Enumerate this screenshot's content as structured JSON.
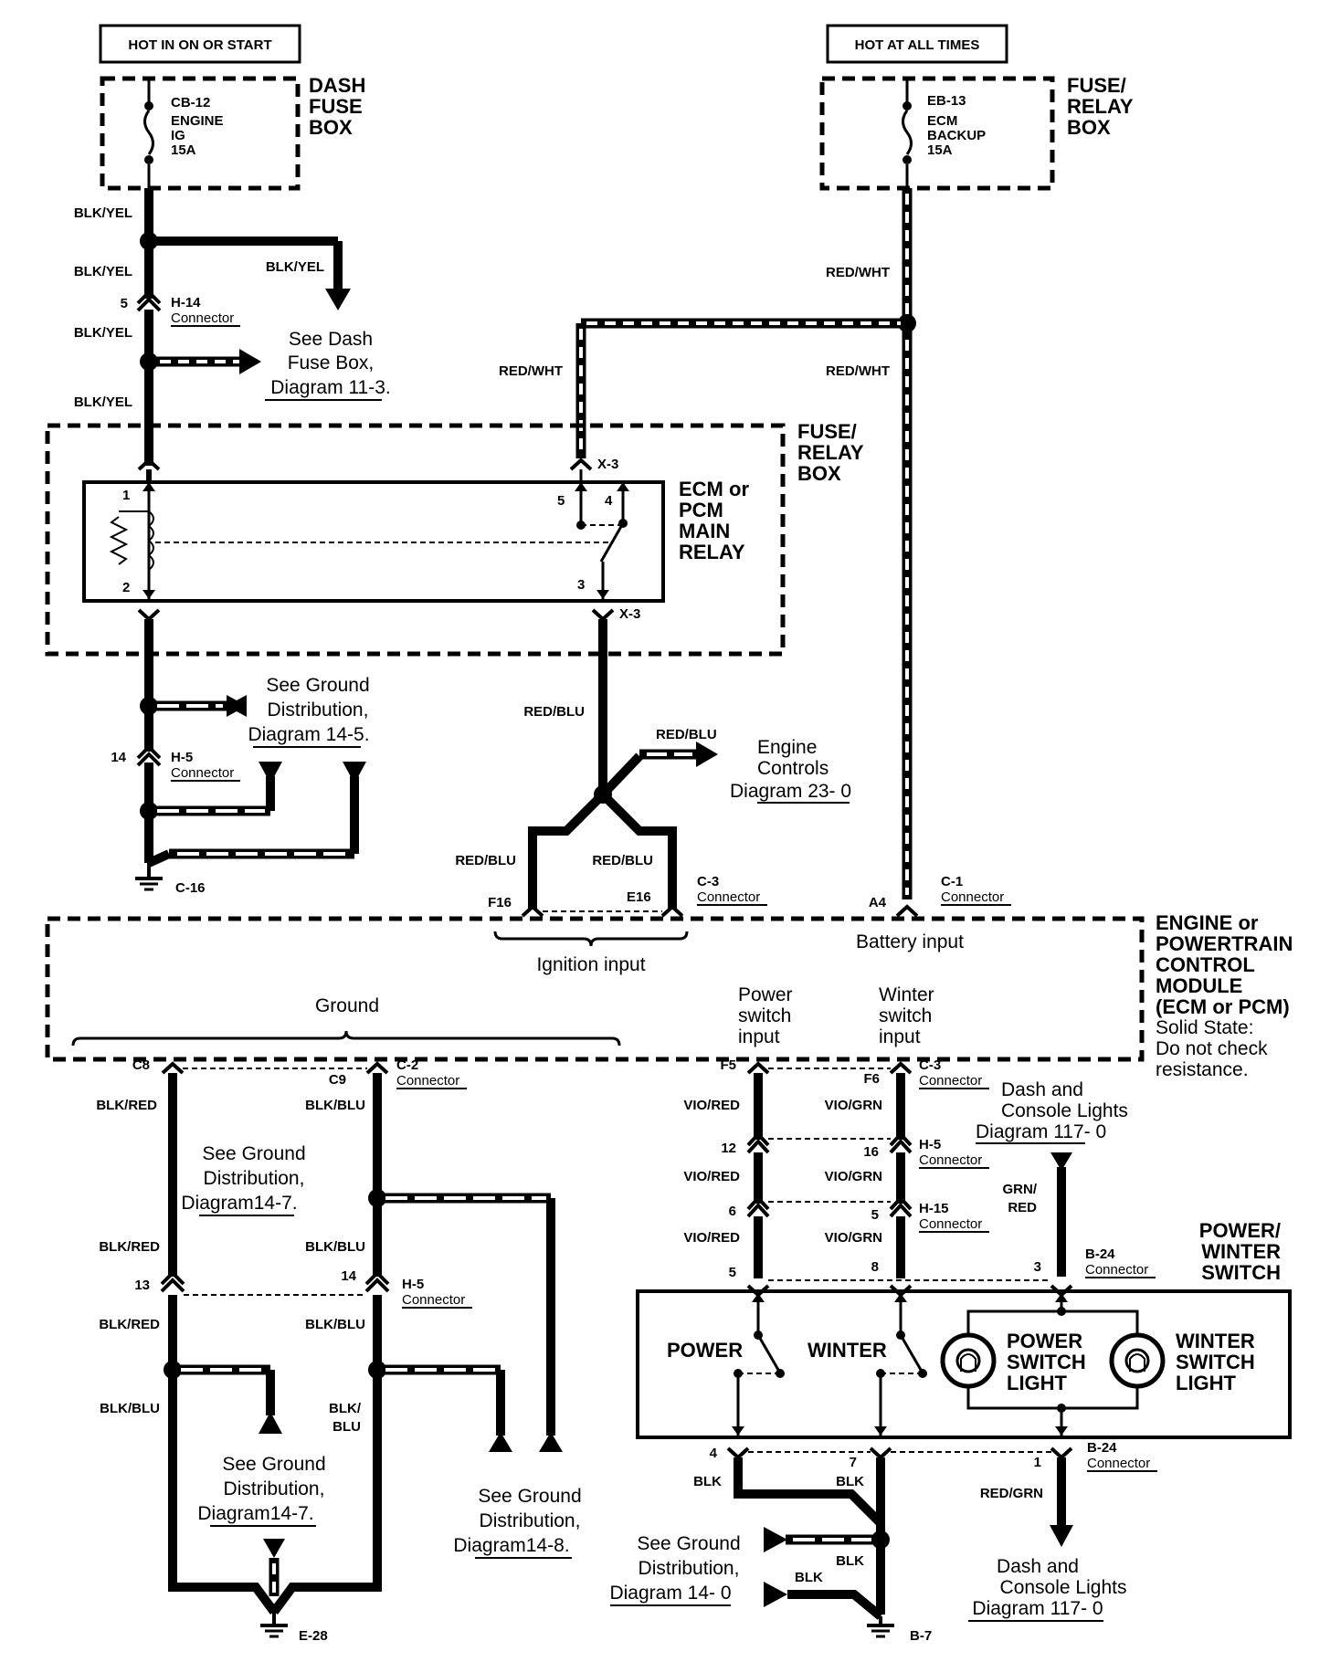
{
  "headers": {
    "left": "HOT IN ON OR START",
    "right": "HOT AT ALL TIMES"
  },
  "dash_fuse_box": {
    "title": [
      "DASH",
      "FUSE",
      "BOX"
    ],
    "fuse": [
      "CB-12",
      "ENGINE",
      "IG",
      "15A"
    ]
  },
  "fuse_relay_box_top": {
    "title": [
      "FUSE/",
      "RELAY",
      "BOX"
    ],
    "fuse": [
      "EB-13",
      "ECM",
      "BACKUP",
      "15A"
    ]
  },
  "fuse_relay_box_mid": {
    "title": [
      "FUSE/",
      "RELAY",
      "BOX"
    ]
  },
  "main_relay": {
    "title": [
      "ECM or",
      "PCM",
      "MAIN",
      "RELAY"
    ],
    "pins": [
      "1",
      "2",
      "5",
      "4",
      "3"
    ]
  },
  "connectors": {
    "x3": "X-3",
    "h14": "H-14",
    "h5": "H-5",
    "h15": "H-15",
    "c3": "C-3",
    "c1": "C-1",
    "c2": "C-2",
    "b24": "B-24",
    "word": "Connector"
  },
  "pins": {
    "h14_5": "5",
    "h5_14a": "14",
    "f16": "F16",
    "e16": "E16",
    "a4": "A4",
    "c8": "C8",
    "c9": "C9",
    "f5": "F5",
    "f6": "F6",
    "h5_12": "12",
    "h5_16": "16",
    "h15_6": "6",
    "h15_5": "5",
    "b24_5": "5",
    "b24_8": "8",
    "b24_3": "3",
    "h5_13": "13",
    "h5_14b": "14",
    "b24_4": "4",
    "b24_7": "7",
    "b24_1": "1"
  },
  "grounds": {
    "c16": "C-16",
    "e28": "E-28",
    "b7": "B-7"
  },
  "wires": {
    "blk_yel": "BLK/YEL",
    "red_wht": "RED/WHT",
    "red_blu": "RED/BLU",
    "blk_red": "BLK/RED",
    "blk_blu": "BLK/BLU",
    "blk_slash": "BLK/",
    "blu": "BLU",
    "vio_red": "VIO/RED",
    "vio_grn": "VIO/GRN",
    "grn_slash": "GRN/",
    "red": "RED",
    "blk": "BLK",
    "red_grn": "RED/GRN"
  },
  "refs": {
    "see_dash_fuse": [
      "See Dash",
      "Fuse Box,",
      "Diagram 11-3."
    ],
    "see_ground_14_5": [
      "See Ground",
      "Distribution,",
      "Diagram 14-5."
    ],
    "engine_controls": [
      "Engine",
      "Controls",
      "Diagram 23- 0"
    ],
    "see_ground_14_7a": [
      "See Ground",
      "Distribution,",
      "Diagram14-7."
    ],
    "see_ground_14_7b": [
      "See Ground",
      "Distribution,",
      "Diagram14-7."
    ],
    "see_ground_14_8": [
      "See Ground",
      "Distribution,",
      "Diagram14-8."
    ],
    "see_ground_14_0": [
      "See Ground",
      "Distribution,",
      "Diagram 14- 0"
    ],
    "dash_console_top": [
      "Dash and",
      "Console Lights",
      "Diagram 117- 0"
    ],
    "dash_console_bottom": [
      "Dash and",
      "Console Lights",
      "Diagram 117- 0"
    ]
  },
  "ecm": {
    "title": [
      "ENGINE or",
      "POWERTRAIN",
      "CONTROL",
      "MODULE",
      "(ECM or PCM)"
    ],
    "note": [
      "Solid State:",
      "Do not check",
      "resistance."
    ],
    "inputs": {
      "ignition": "Ignition input",
      "battery": "Battery input",
      "ground": "Ground",
      "power": [
        "Power",
        "switch",
        "input"
      ],
      "winter": [
        "Winter",
        "switch",
        "input"
      ]
    }
  },
  "switch": {
    "title": [
      "POWER/",
      "WINTER",
      "SWITCH"
    ],
    "power": "POWER",
    "winter": "WINTER",
    "power_light": [
      "POWER",
      "SWITCH",
      "LIGHT"
    ],
    "winter_light": [
      "WINTER",
      "SWITCH",
      "LIGHT"
    ]
  }
}
